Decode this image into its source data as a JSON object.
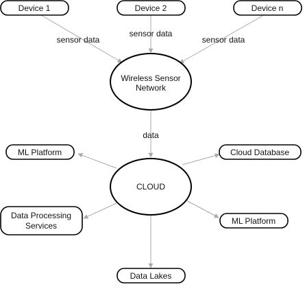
{
  "nodes": {
    "device_1": "Device 1",
    "device_2": "Device 2",
    "device_n": "Device n",
    "wsn_line1": "Wireless Sensor",
    "wsn_line2": "Network",
    "cloud": "CLOUD",
    "ml_platform_left": "ML Platform",
    "cloud_database": "Cloud Database",
    "dps_line1": "Data Processing",
    "dps_line2": "Services",
    "ml_platform_right": "ML Platform",
    "data_lakes": "Data Lakes"
  },
  "edges": {
    "device1_label": "sensor data",
    "device2_label": "sensor data",
    "devicen_label": "sensor data",
    "wsn_cloud_label": "data"
  },
  "colors": {
    "edge": "#a9a9a9",
    "node_stroke": "#000000",
    "background": "#ffffff"
  }
}
